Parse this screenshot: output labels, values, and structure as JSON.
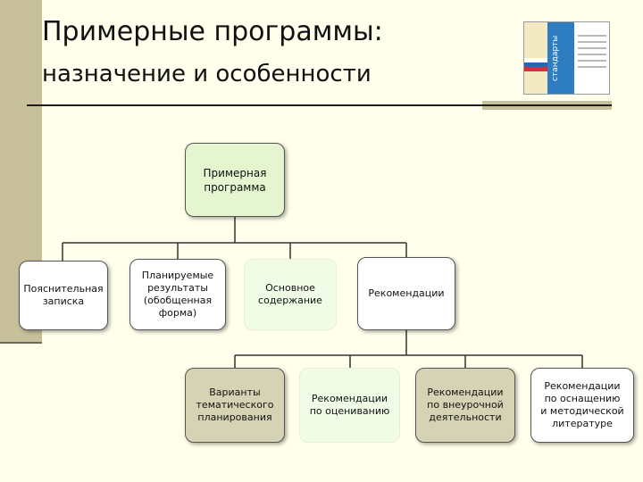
{
  "slide": {
    "title_line1": "Примерные программы:",
    "title_line2": "назначение и особенности"
  },
  "book_cover": {
    "spine_text": "стандарты"
  },
  "diagram": {
    "root": "Примерная\nпрограмма",
    "level1": [
      "Пояснительная\nзаписка",
      "Планируемые\nрезультаты\n(обобщенная\nформа)",
      "Основное\nсодержание",
      "Рекомендации"
    ],
    "level2": [
      "Варианты\nтематического\nпланирования",
      "Рекомендации\nпо оцениванию",
      "Рекомендации\nпо внеурочной\nдеятельности",
      "Рекомендации\nпо оснащению\nи методической\nлитературе"
    ]
  },
  "colors": {
    "background": "#FFFFEC",
    "sidebar": "#C7C09A",
    "node_green": "#E4F5CF",
    "node_olive": "#D6D2B4"
  }
}
